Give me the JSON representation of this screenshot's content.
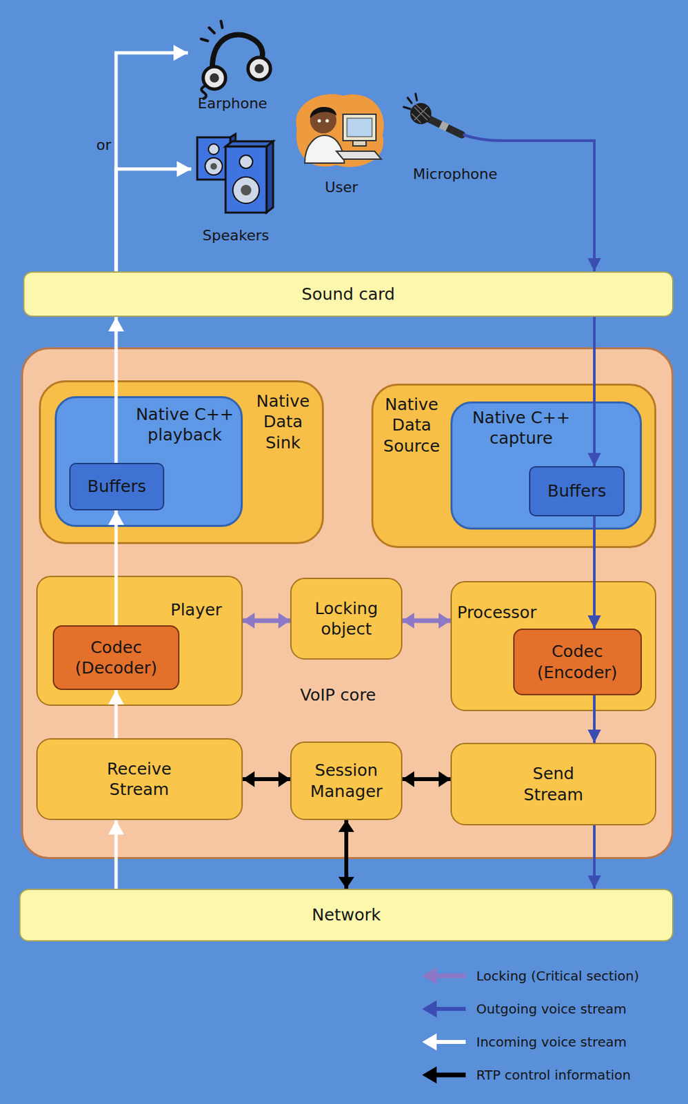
{
  "diagram": {
    "nodes": [
      {
        "text": [
          "Earphone"
        ]
      },
      {
        "text": [
          "Speakers"
        ]
      },
      {
        "text": [
          "User"
        ]
      },
      {
        "text": [
          "Microphone"
        ]
      },
      {
        "text": [
          "Sound card"
        ]
      },
      {
        "text": [
          "VoIP core"
        ]
      },
      {
        "text": [
          "Native Data Sink"
        ],
        "in": 5
      },
      {
        "text": [
          "Native C++ playback"
        ],
        "in": 6
      },
      {
        "text": [
          "Buffers"
        ],
        "in": 7
      },
      {
        "text": [
          "Native Data Source"
        ],
        "in": 5
      },
      {
        "text": [
          "Native C++ capture"
        ],
        "in": 9
      },
      {
        "text": [
          "Buffers"
        ],
        "in": 10
      },
      {
        "text": [
          "Player"
        ],
        "in": 5
      },
      {
        "text": [
          "Codec (Decoder)"
        ],
        "in": 12
      },
      {
        "text": [
          "Locking object"
        ],
        "in": 5
      },
      {
        "text": [
          "Processor"
        ],
        "in": 5
      },
      {
        "text": [
          "Codec (Encoder)"
        ],
        "in": 15
      },
      {
        "text": [
          "Receive Stream"
        ],
        "in": 5
      },
      {
        "text": [
          "Session Manager"
        ],
        "in": 5
      },
      {
        "text": [
          "Send Stream"
        ],
        "in": 5
      },
      {
        "text": [
          "Network"
        ]
      }
    ],
    "edges": [
      {
        "from": 4,
        "to": 0,
        "arrow": "to"
      },
      {
        "from": 4,
        "to": 1,
        "arrow": "to"
      },
      {
        "from": 3,
        "to": 4,
        "arrow": "to"
      },
      {
        "from": 4,
        "to": 11,
        "arrow": "to"
      },
      {
        "from": 8,
        "to": 4,
        "arrow": "to"
      },
      {
        "from": 13,
        "to": 8,
        "arrow": "to"
      },
      {
        "from": 17,
        "to": 13,
        "arrow": "to"
      },
      {
        "from": 20,
        "to": 17,
        "arrow": "to"
      },
      {
        "from": 11,
        "to": 16,
        "arrow": "to"
      },
      {
        "from": 16,
        "to": 19,
        "arrow": "to"
      },
      {
        "from": 19,
        "to": 20,
        "arrow": "to"
      },
      {
        "from": 12,
        "to": 14,
        "arrow": "both"
      },
      {
        "from": 14,
        "to": 15,
        "arrow": "both"
      },
      {
        "from": 17,
        "to": 18,
        "arrow": "both"
      },
      {
        "from": 18,
        "to": 19,
        "arrow": "both"
      },
      {
        "from": 18,
        "to": 20,
        "arrow": "both"
      }
    ],
    "labels": [
      "or"
    ],
    "legend": [
      {
        "text": "Locking (Critical section)"
      },
      {
        "text": "Outgoing voice stream"
      },
      {
        "text": "Incoming voice stream"
      },
      {
        "text": "RTP control information"
      }
    ]
  }
}
